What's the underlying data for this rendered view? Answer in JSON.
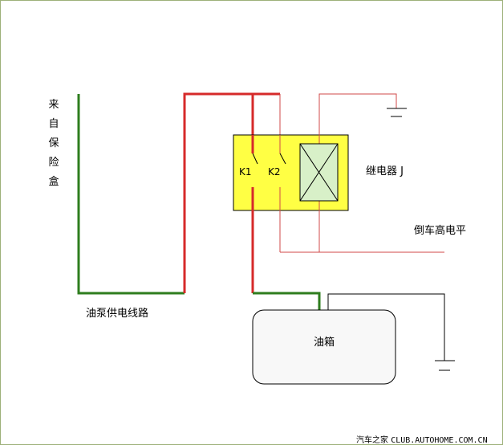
{
  "labels": {
    "source_box": "来自保险盒",
    "pump_line": "油泵供电线路",
    "relay": "继电器 J",
    "reverse_level": "倒车高电平",
    "tank": "油箱",
    "k1": "K1",
    "k2": "K2"
  },
  "watermark": {
    "brand": "汽车之家",
    "site": "CLUB.AUTOHOME.COM.CN"
  },
  "colors": {
    "green_wire": "#2e7d1e",
    "red_wire_thick": "#d62a2a",
    "red_wire_thin": "#d04848",
    "relay_box": "#ffff44",
    "coil_box": "#d8f0c8",
    "tank_fill": "#f8f8f8",
    "ground": "#000000"
  }
}
